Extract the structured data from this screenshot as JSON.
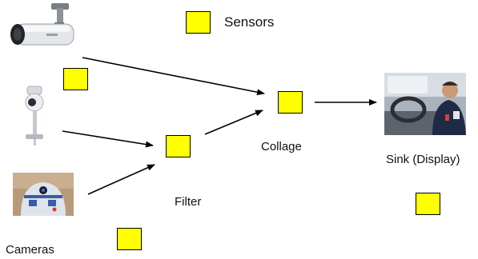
{
  "legend": {
    "label": "Sensors"
  },
  "labels": {
    "cameras": "Cameras",
    "filter": "Filter",
    "collage": "Collage",
    "sink": "Sink (Display)"
  },
  "colors": {
    "sensor": "#ffff00",
    "arrow": "#000000"
  },
  "icons": [
    "bullet-camera-icon",
    "dome-camera-icon",
    "robot-camera-icon",
    "police-car-driver-photo"
  ]
}
